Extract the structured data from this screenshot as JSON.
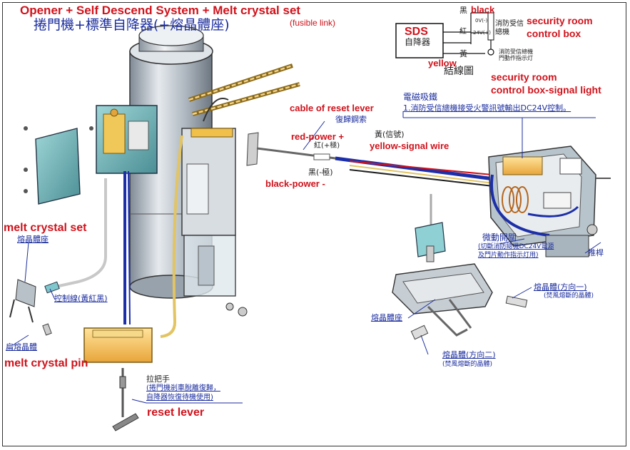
{
  "title": {
    "en": "Opener + Self Descend System + Melt crystal set",
    "zh": "捲門機+標準自降器(+熔晶體座)",
    "note": "(fusible link)"
  },
  "wiring": {
    "sds_label": "SDS",
    "sds_zh": "自降器",
    "black": "黑",
    "black_en": "black",
    "red_zh": "紅",
    "yellow_zh": "黃",
    "v0": "0V(-)",
    "v24": "24V(+)",
    "box_zh": "消防受信總機",
    "light_zh": "消防受信總機門動作指示灯",
    "diagram_zh": "結線圖",
    "yellow_en": "yellow",
    "security_box_1": "security room",
    "security_box_2": "control box",
    "security_light_1": "security room",
    "security_light_2": "control box-signal light"
  },
  "labels": {
    "cable_reset": "cable of reset lever",
    "reset_zh": "復歸鋼索",
    "electromagnet_zh": "電磁吸鐵",
    "electromagnet_note": "1.消防受信總機接受火警訊號輸出DC24V控制。",
    "red_power": "red-power +",
    "red_zh": "紅(+極)",
    "yellow_signal_zh": "黃(信號)",
    "yellow_signal": "yellow-signal wire",
    "black_zh": "黑(-極)",
    "black_power": "black-power -",
    "melt_set": "melt crystal set",
    "melt_set_zh": "熔晶體座",
    "control_line_zh": "控制線(黃紅黑)",
    "flat_crystal_zh": "扁熔晶體",
    "melt_pin": "melt crystal pin",
    "micro_switch_zh": "微動開關",
    "micro_switch_note_1": "(切斷消防總機DC24V電源",
    "micro_switch_note_2": "及門片動作指示灯用)",
    "push_rod_zh": "推桿",
    "crystal_dir1_zh": "熔晶體(方向一)",
    "crystal_dir1_note": "(焚風熔斷的晶體)",
    "crystal_base_zh": "熔晶體座",
    "crystal_dir2_zh": "熔晶體(方向二)",
    "crystal_dir2_note": "(焚風熔斷的晶體)",
    "pull_handle_zh": "拉把手",
    "pull_handle_note_1": "(捲門機剎車脫離復歸，",
    "pull_handle_note_2": "自降器恢復待機使用)",
    "reset_lever": "reset lever"
  }
}
